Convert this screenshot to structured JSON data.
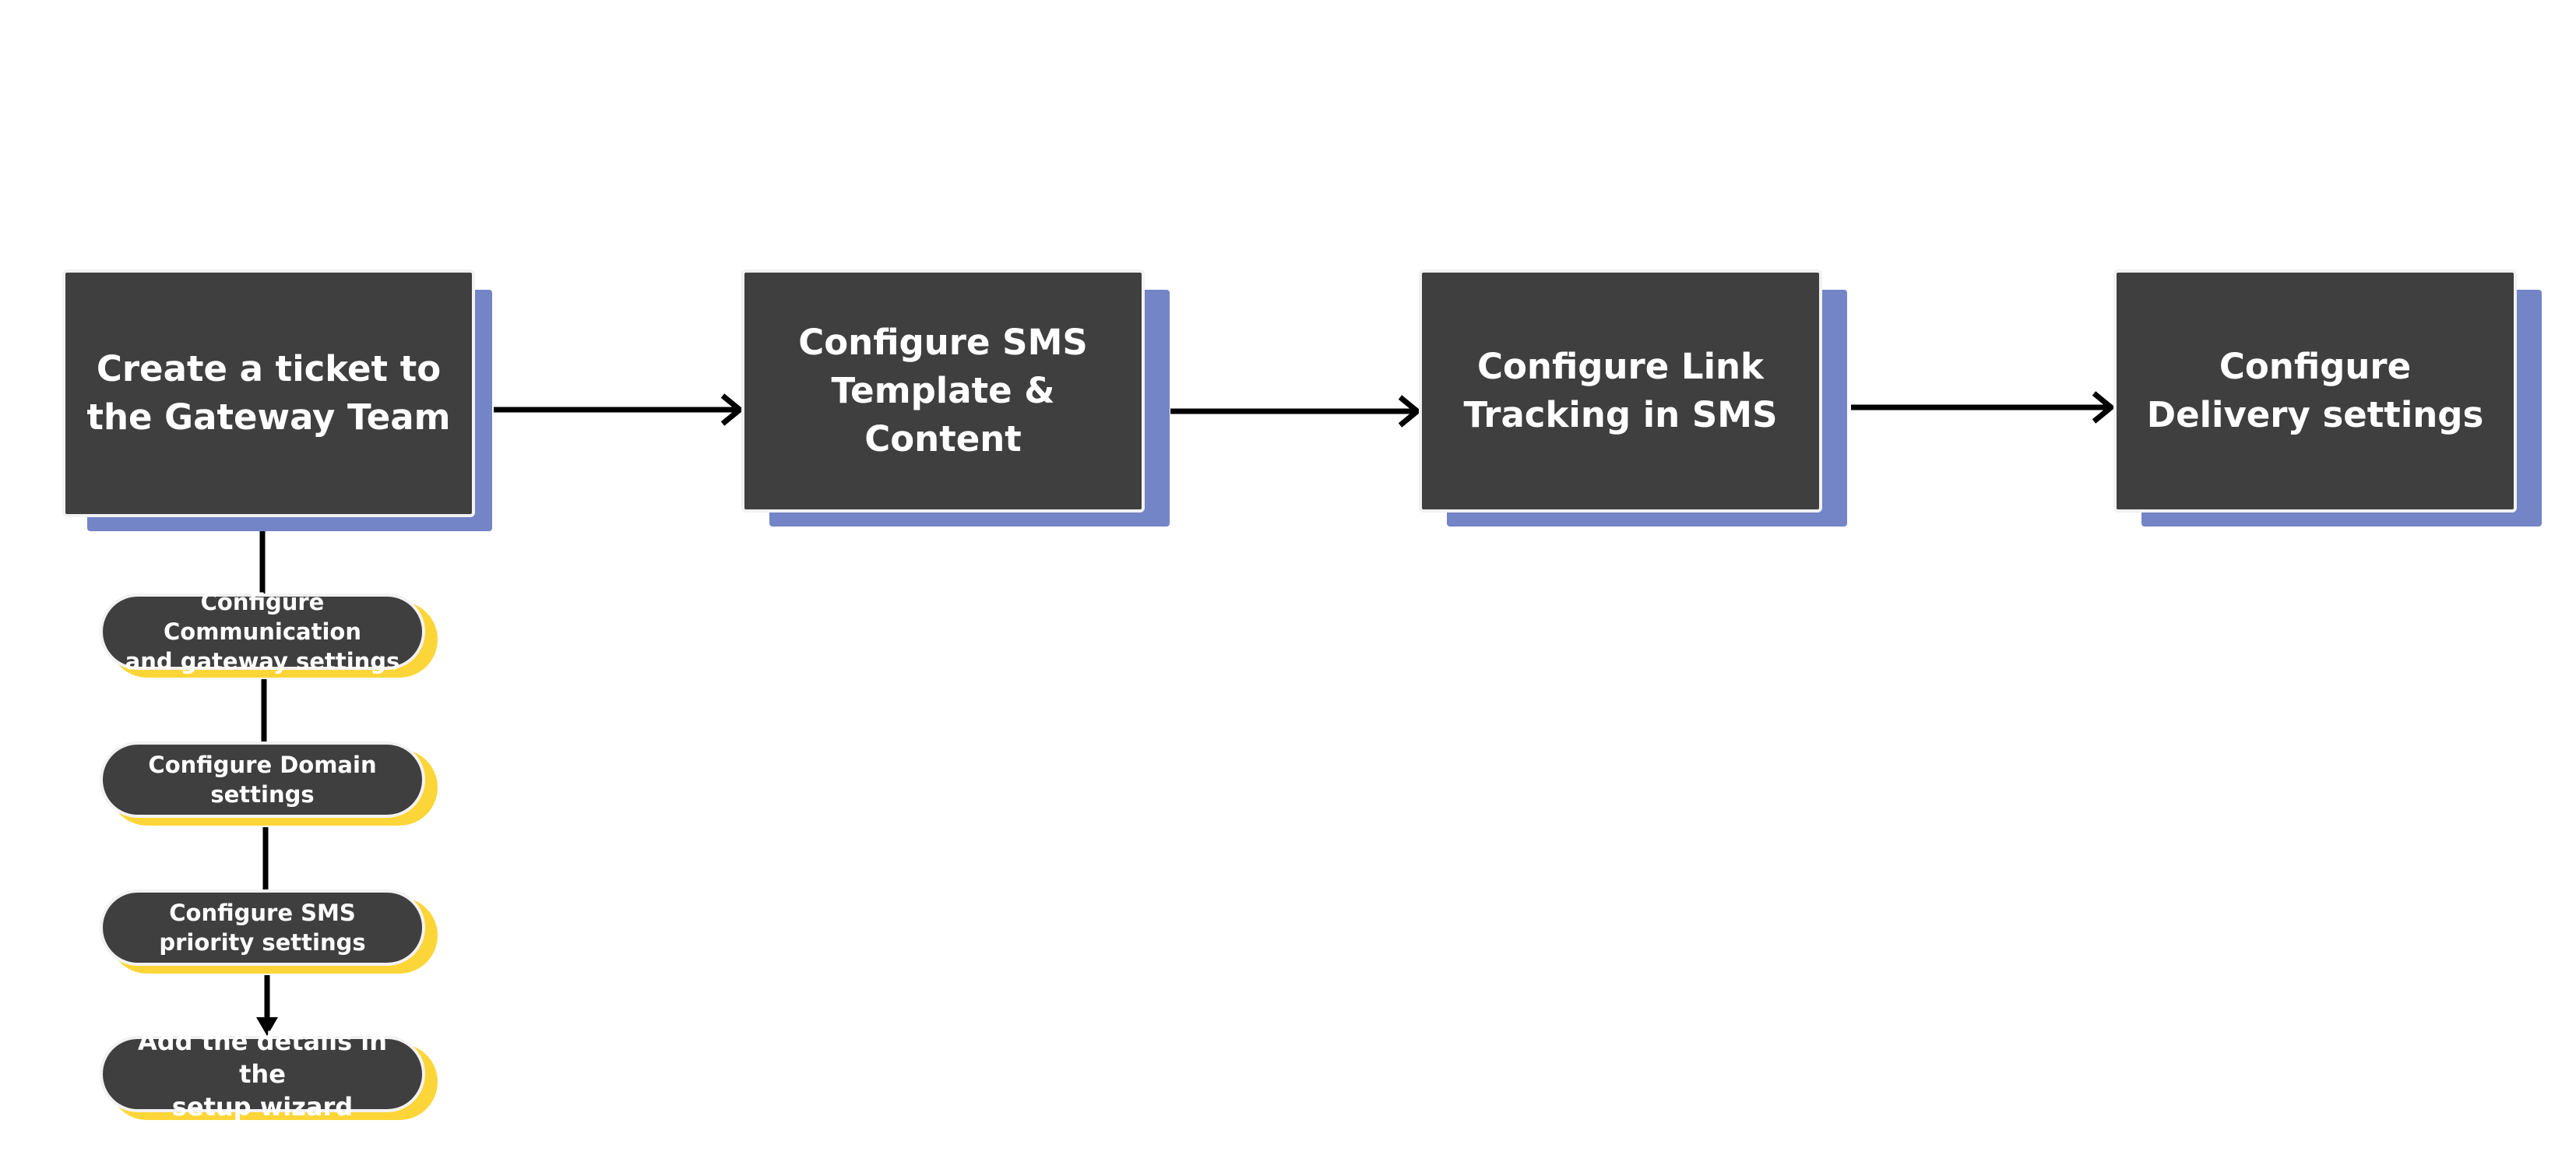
{
  "colors": {
    "box_fill": "#3f3f3f",
    "box_border": "#f2f2f2",
    "main_shadow": "#7385c6",
    "sub_shadow": "#fcd638",
    "text": "#ffffff",
    "connector": "#000000"
  },
  "main_steps": [
    {
      "label": "Create a ticket to\nthe Gateway Team"
    },
    {
      "label": "Configure SMS\nTemplate & Content"
    },
    {
      "label": "Configure Link\nTracking in SMS"
    },
    {
      "label": "Configure\nDelivery settings"
    }
  ],
  "sub_steps": [
    {
      "label": "Configure Communication\nand gateway settings"
    },
    {
      "label": "Configure Domain\nsettings"
    },
    {
      "label": "Configure SMS\npriority settings"
    },
    {
      "label": "Add the details in the\nsetup wizard"
    }
  ]
}
